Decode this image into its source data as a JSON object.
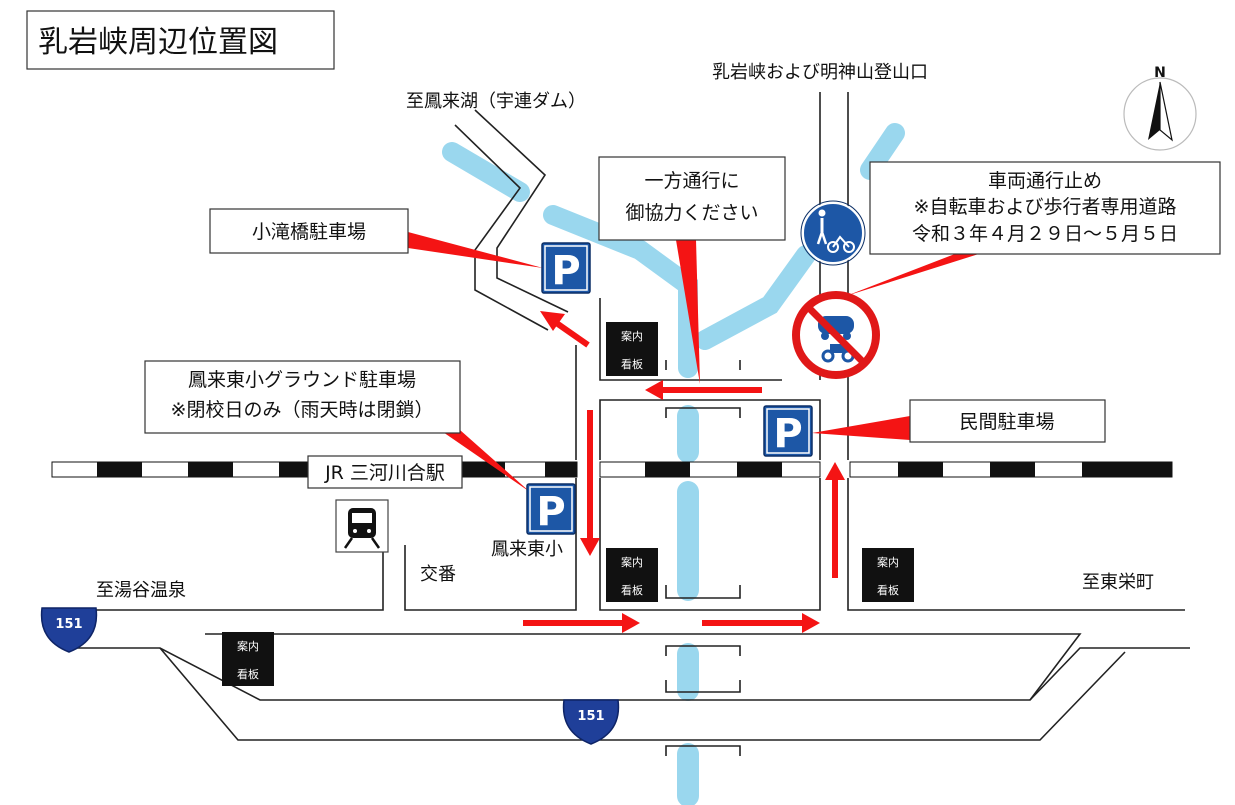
{
  "title": "乳岩峡周辺位置図",
  "labels": {
    "to_horaiko": "至鳳来湖（宇連ダム）",
    "to_trailhead": "乳岩峡および明神山登山口",
    "to_yuya": "至湯谷温泉",
    "to_toei": "至東栄町",
    "school": "鳳来東小",
    "koban": "交番",
    "north": "N"
  },
  "boxes": {
    "kotaki_parking": "小滝橋駐車場",
    "one_way_line1": "一方通行に",
    "one_way_line2": "御協力ください",
    "closure_title": "車両通行止め",
    "closure_note": "※自転車および歩行者専用道路",
    "closure_dates": "令和３年４月２９日～５月５日",
    "ground_parking": "鳳来東小グラウンド駐車場",
    "ground_note": "※閉校日のみ（雨天時は閉鎖）",
    "private_parking": "民間駐車場",
    "station": "JR 三河川合駅"
  },
  "signs": {
    "info_line1": "案内",
    "info_line2": "看板",
    "parking_letter": "P",
    "route_number": "151"
  },
  "colors": {
    "river": "#9ad7ee",
    "arrow": "#f41414",
    "parking_sign": "#1d57a6",
    "route_shield": "#1f3f99",
    "rail_dark": "#111111"
  },
  "icons": [
    "north-arrow-icon",
    "train-icon",
    "parking-icon",
    "pedestrian-bicycle-sign-icon",
    "no-vehicles-sign-icon",
    "route-shield-icon"
  ]
}
